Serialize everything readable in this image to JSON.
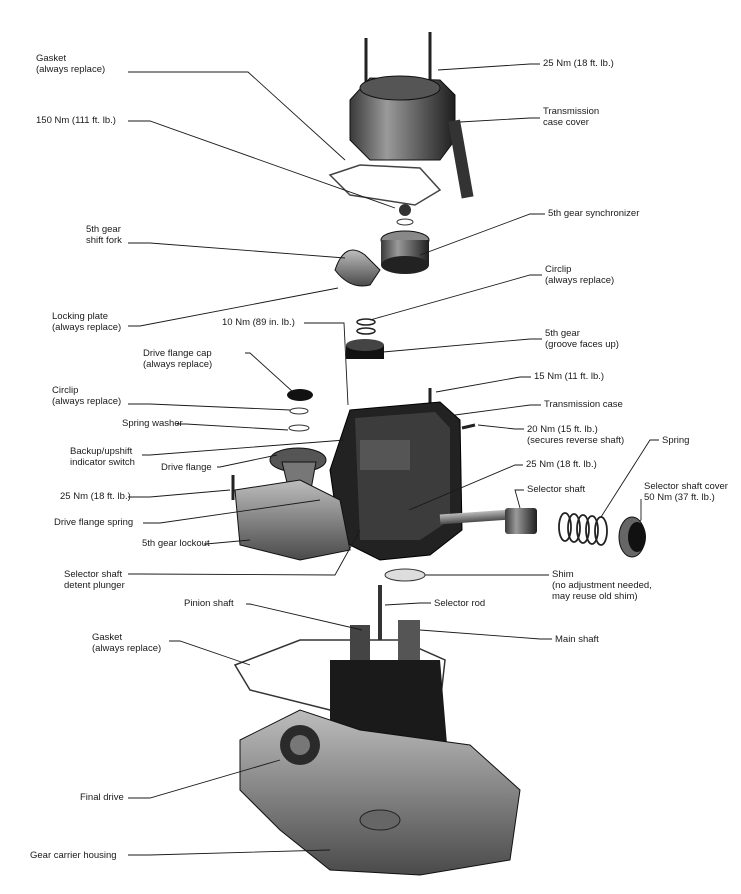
{
  "title": "",
  "labels": {
    "gasket_top": [
      "Gasket",
      "(always replace)"
    ],
    "torque_cover_bolts": [
      "25 Nm (18 ft. lb.)"
    ],
    "torque_150": [
      "150 Nm (111 ft. lb.)"
    ],
    "transmission_case_cover": [
      "Transmission",
      "case cover"
    ],
    "fifth_gear_synchronizer": [
      "5th gear synchronizer"
    ],
    "fifth_gear_shift_fork": [
      "5th gear",
      "shift fork"
    ],
    "circlip_right": [
      "Circlip",
      "(always replace)"
    ],
    "locking_plate": [
      "Locking plate",
      "(always replace)"
    ],
    "torque_10": [
      "10 Nm (89 in. lb.)"
    ],
    "fifth_gear": [
      "5th gear",
      "(groove faces up)"
    ],
    "drive_flange_cap": [
      "Drive flange cap",
      "(always replace)"
    ],
    "torque_15": [
      "15 Nm (11 ft. lb.)"
    ],
    "circlip_left": [
      "Circlip",
      "(always replace)"
    ],
    "transmission_case": [
      "Transmission case"
    ],
    "spring_washer": [
      "Spring washer"
    ],
    "torque_20": [
      "20 Nm (15 ft. lb.)",
      "(secures reverse shaft)"
    ],
    "spring": [
      "Spring"
    ],
    "backup_switch": [
      "Backup/upshift",
      "indicator switch"
    ],
    "drive_flange": [
      "Drive flange"
    ],
    "torque_25_right": [
      "25 Nm (18 ft. lb.)"
    ],
    "selector_shaft_cover": [
      "Selector shaft cover",
      "50 Nm (37 ft. lb.)"
    ],
    "selector_shaft": [
      "Selector shaft"
    ],
    "torque_25_left": [
      "25 Nm (18 ft. lb.)"
    ],
    "drive_flange_spring": [
      "Drive flange spring"
    ],
    "fifth_gear_lockout": [
      "5th gear lockout"
    ],
    "detent_plunger": [
      "Selector shaft",
      "detent plunger"
    ],
    "shim": [
      "Shim",
      "(no adjustment needed,",
      "may reuse old shim)"
    ],
    "pinion_shaft": [
      "Pinion shaft"
    ],
    "selector_rod": [
      "Selector rod"
    ],
    "gasket_bottom": [
      "Gasket",
      "(always replace)"
    ],
    "main_shaft": [
      "Main shaft"
    ],
    "final_drive": [
      "Final drive"
    ],
    "gear_carrier_housing": [
      "Gear carrier housing"
    ]
  }
}
